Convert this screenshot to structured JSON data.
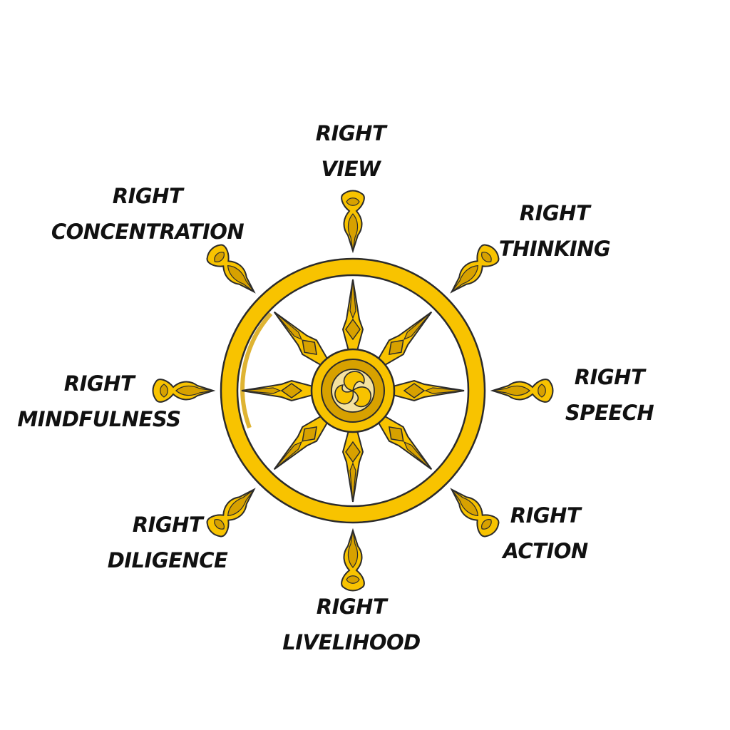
{
  "colors": {
    "gold": "#f8c300",
    "gold_shadow": "#d7a100",
    "hub_inner": "#f4e2a0",
    "outline": "#2b2b2b"
  },
  "center_icon": "gankyil-icon",
  "spokes": 8,
  "labels": [
    {
      "key": "view",
      "line1": "RIGHT",
      "line2": "VIEW"
    },
    {
      "key": "thinking",
      "line1": "RIGHT",
      "line2": "THINKING"
    },
    {
      "key": "speech",
      "line1": "RIGHT",
      "line2": "SPEECH"
    },
    {
      "key": "action",
      "line1": "RIGHT",
      "line2": "ACTION"
    },
    {
      "key": "livelihood",
      "line1": "RIGHT",
      "line2": "LIVELIHOOD"
    },
    {
      "key": "diligence",
      "line1": "RIGHT",
      "line2": "DILIGENCE"
    },
    {
      "key": "mindfulness",
      "line1": "RIGHT",
      "line2": "MINDFULNESS"
    },
    {
      "key": "concentration",
      "line1": "RIGHT",
      "line2": "CONCENTRATION"
    }
  ]
}
